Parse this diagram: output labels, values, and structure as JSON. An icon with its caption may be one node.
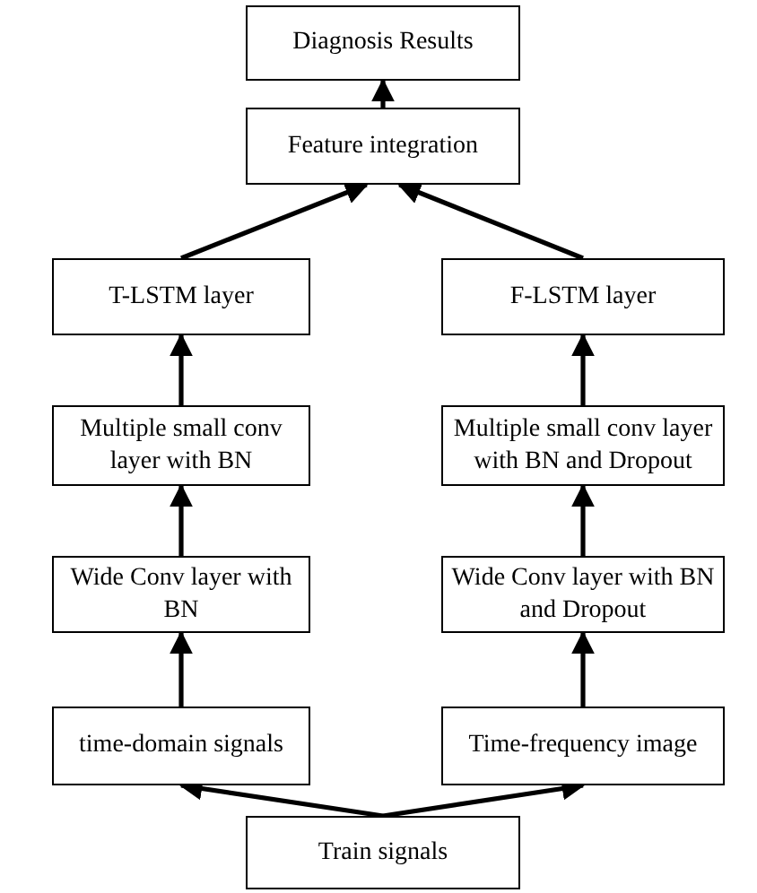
{
  "diagram": {
    "nodes": [
      {
        "text": [
          "Diagnosis Results"
        ]
      },
      {
        "text": [
          "Feature integration"
        ]
      },
      {
        "text": [
          "T-LSTM layer"
        ]
      },
      {
        "text": [
          "F-LSTM layer"
        ]
      },
      {
        "text": [
          "Multiple small conv layer with BN"
        ]
      },
      {
        "text": [
          "Multiple small conv layer with BN and Dropout"
        ]
      },
      {
        "text": [
          "Wide Conv layer with BN"
        ]
      },
      {
        "text": [
          "Wide Conv layer with BN and Dropout"
        ]
      },
      {
        "text": [
          "time-domain signals"
        ]
      },
      {
        "text": [
          "Time-frequency image"
        ]
      },
      {
        "text": [
          "Train signals"
        ]
      }
    ],
    "edges": [
      {
        "from": 1,
        "to": 0,
        "arrow": "to"
      },
      {
        "from": 2,
        "to": 1,
        "arrow": "to"
      },
      {
        "from": 3,
        "to": 1,
        "arrow": "to"
      },
      {
        "from": 4,
        "to": 2,
        "arrow": "to"
      },
      {
        "from": 5,
        "to": 3,
        "arrow": "to"
      },
      {
        "from": 6,
        "to": 4,
        "arrow": "to"
      },
      {
        "from": 7,
        "to": 5,
        "arrow": "to"
      },
      {
        "from": 8,
        "to": 6,
        "arrow": "to"
      },
      {
        "from": 9,
        "to": 7,
        "arrow": "to"
      },
      {
        "from": 10,
        "to": 8,
        "arrow": "to"
      },
      {
        "from": 10,
        "to": 9,
        "arrow": "to"
      }
    ]
  }
}
